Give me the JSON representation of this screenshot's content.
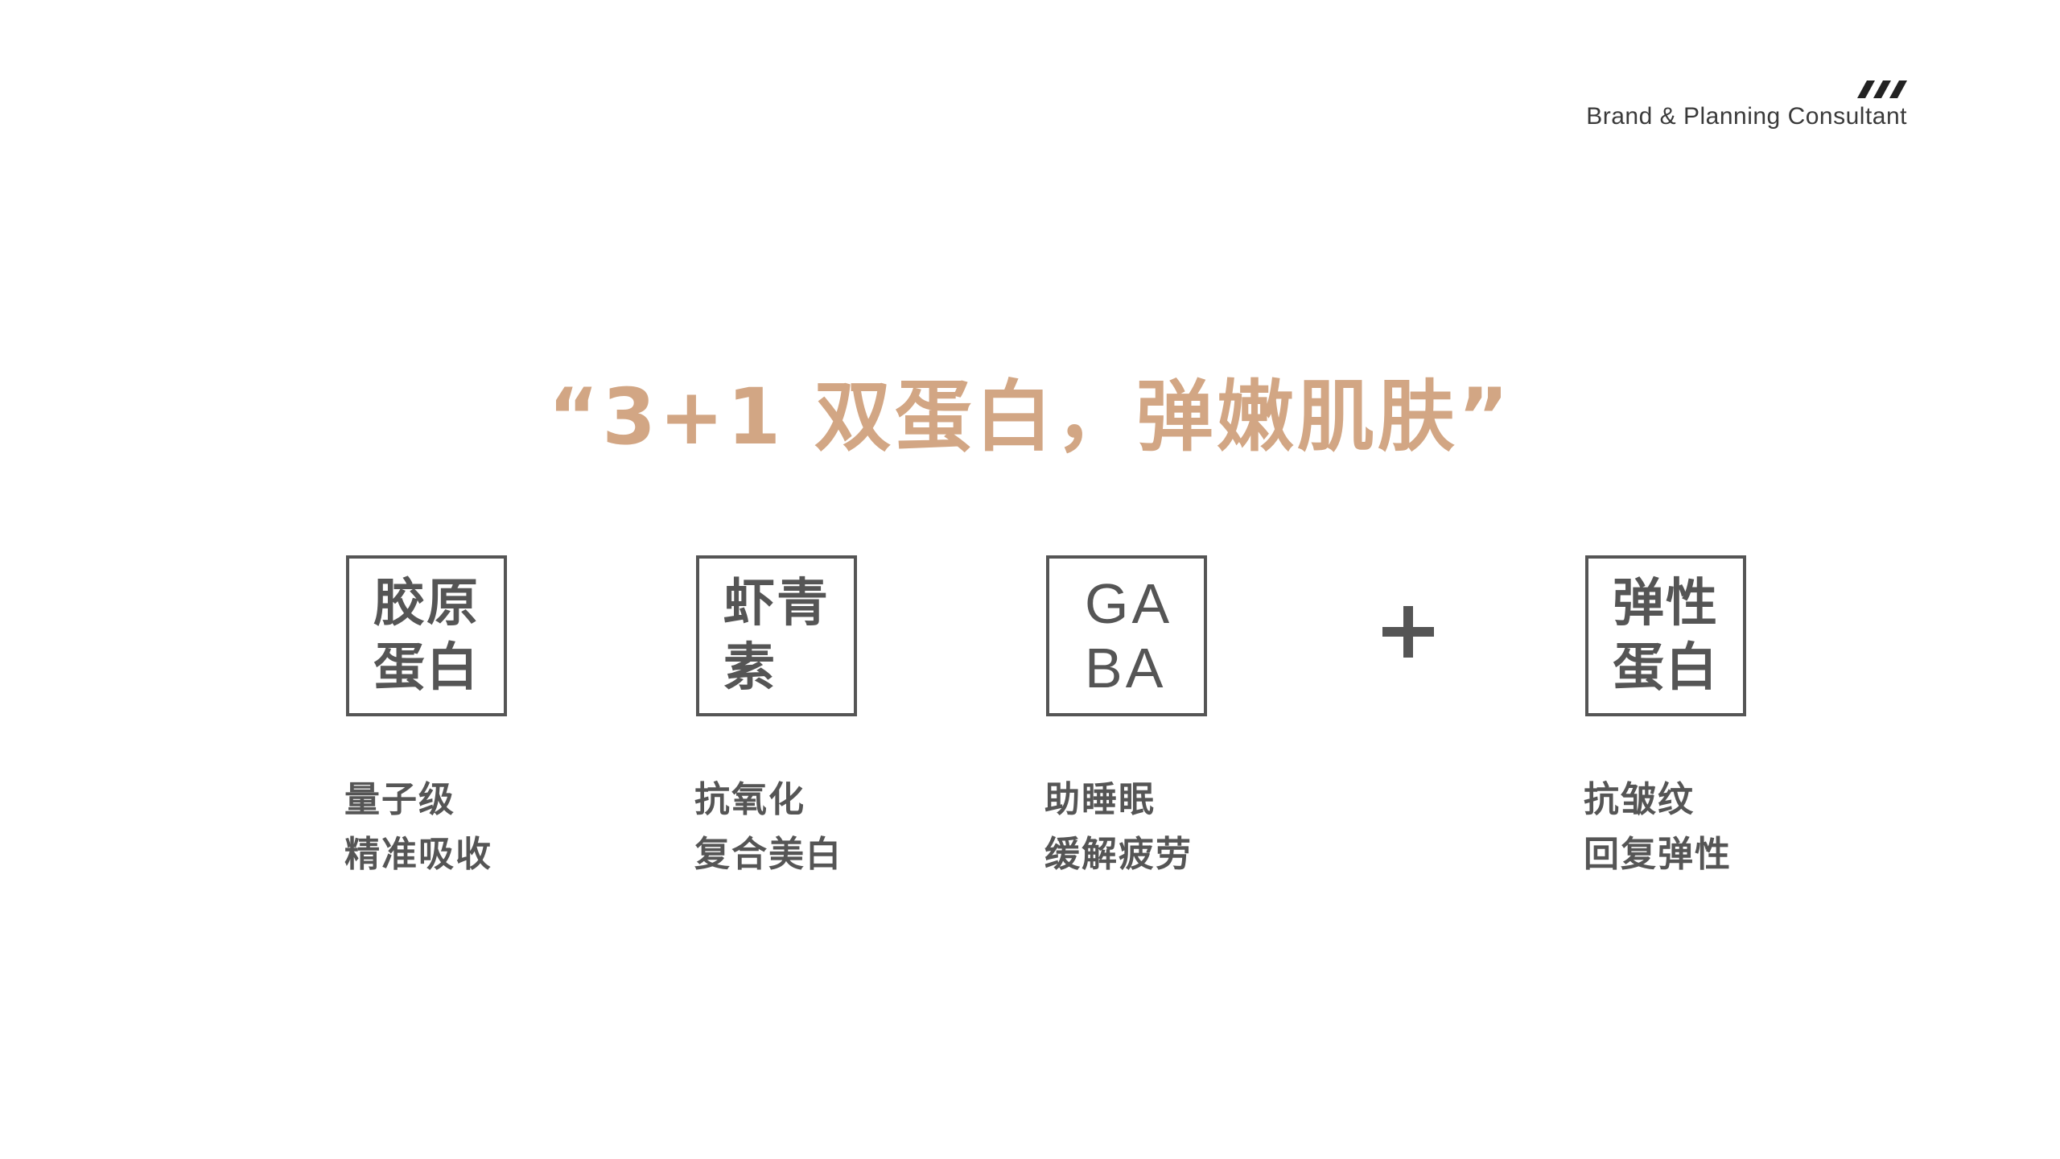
{
  "brand": {
    "icon": "slash-stripes-logo",
    "text": "Brand & Planning Consultant"
  },
  "headline": "“3+1 双蛋白，弹嫩肌肤”",
  "colors": {
    "accent": "#d2a684",
    "text": "#555555"
  },
  "ingredients": [
    {
      "box": [
        "胶原",
        "蛋白"
      ],
      "desc": [
        "量子级",
        "精准吸收"
      ]
    },
    {
      "box": [
        "虾青",
        "素"
      ],
      "desc": [
        "抗氧化",
        "复合美白"
      ]
    },
    {
      "box": [
        "GA",
        "BA"
      ],
      "desc": [
        "助睡眠",
        "缓解疲劳"
      ]
    },
    {
      "box": [
        "弹性",
        "蛋白"
      ],
      "desc": [
        "抗皱纹",
        "回复弹性"
      ]
    }
  ],
  "plus_icon": "plus-icon"
}
